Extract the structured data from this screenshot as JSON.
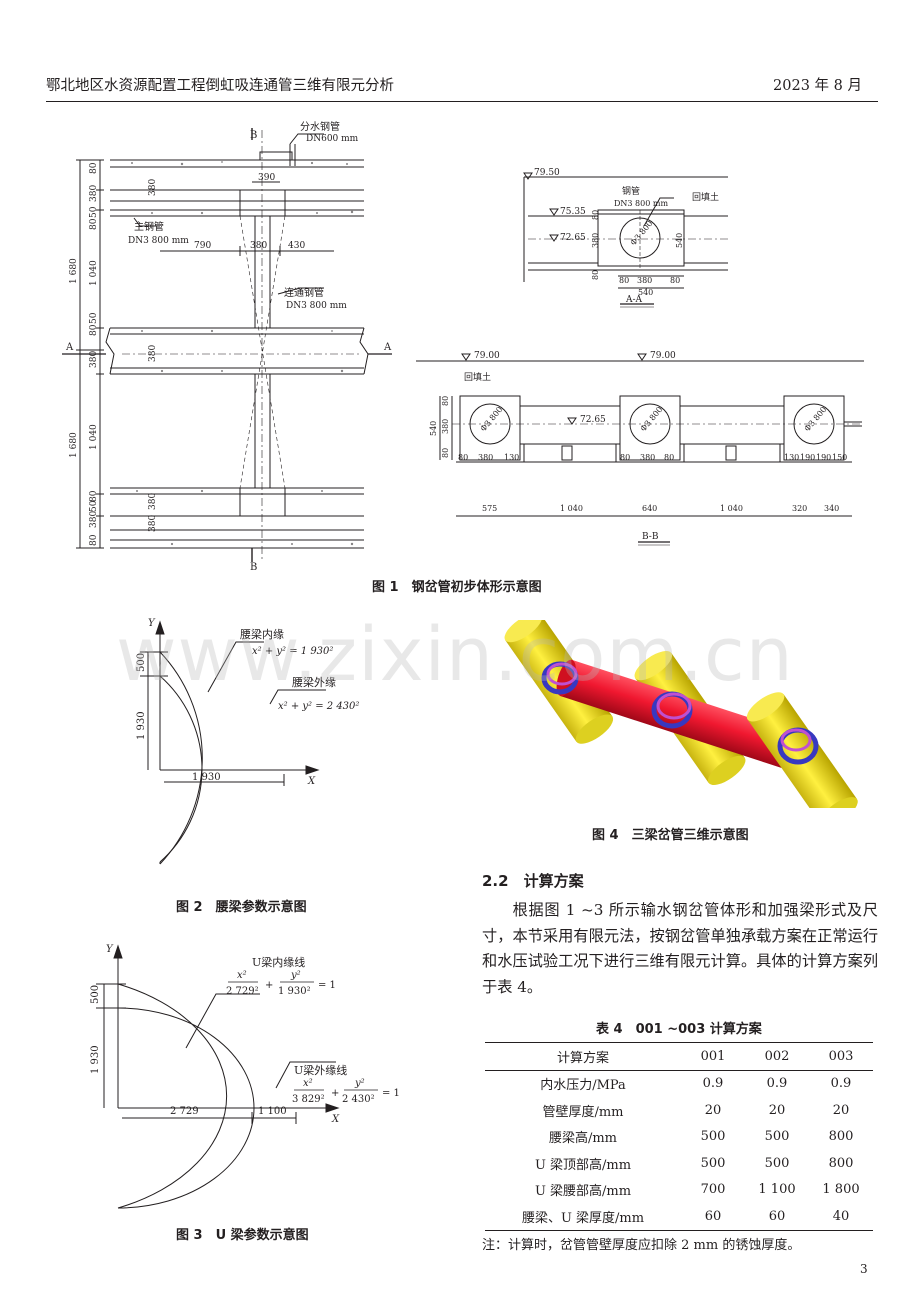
{
  "header": {
    "title": "鄂北地区水资源配置工程倒虹吸连通管三维有限元分析",
    "date": "2023 年 8 月"
  },
  "figure1": {
    "caption": "图 1　钢岔管初步体形示意图",
    "plan": {
      "label_B_top": "B",
      "label_B_bottom": "B",
      "label_A_left": "A",
      "label_A_right": "A",
      "branch_pipe": "分水钢管",
      "branch_pipe_dn": "DN600 mm",
      "main_pipe": "主钢管",
      "main_pipe_dn": "DN3 800 mm",
      "conn_pipe": "连通钢管",
      "conn_pipe_dn": "DN3 800 mm",
      "d390": "390",
      "d790": "790",
      "d380c": "380",
      "d430": "430",
      "left_dims": [
        "80",
        "380",
        "50",
        "80",
        "1 040",
        "80",
        "50",
        "380",
        "1 040",
        "80",
        "50",
        "380",
        "80"
      ],
      "left_big": [
        "1 680",
        "1 680"
      ],
      "inner_380": [
        "380",
        "380",
        "380",
        "380"
      ]
    },
    "section_aa": {
      "title": "A-A",
      "el_ground": "79.50",
      "el_top": "75.35",
      "el_center": "72.65",
      "steel_pipe": "钢管",
      "steel_pipe_dn": "DN3 800 mm",
      "backfill": "回填土",
      "diam": "Φ3 800",
      "left_dims": [
        "80",
        "380",
        "80"
      ],
      "right_dim": "540",
      "bottom_dims": [
        "80",
        "380",
        "80"
      ],
      "bottom_total": "540"
    },
    "section_bb": {
      "title": "B-B",
      "el_left": "79.00",
      "el_right": "79.00",
      "el_center": "72.65",
      "backfill": "回填土",
      "diam": "Φ3 800",
      "left_dims": [
        "540",
        "80",
        "380",
        "80"
      ],
      "bottom_dims_1": [
        "80",
        "380",
        "130",
        "80",
        "380",
        "80",
        "130",
        "190",
        "190",
        "150"
      ],
      "bottom_dims_2": [
        "575",
        "1 040",
        "640",
        "1 040",
        "320",
        "340"
      ]
    }
  },
  "figure2": {
    "caption": "图 2　腰梁参数示意图",
    "axis_y": "Y",
    "axis_x": "X",
    "inner_label": "腰梁内缘",
    "inner_eq": "x² + y² = 1 930²",
    "outer_label": "腰梁外缘",
    "outer_eq": "x² + y² = 2 430²",
    "dim_500": "500",
    "dim_1930v": "1 930",
    "dim_1930h": "1 930"
  },
  "figure3": {
    "caption": "图 3　U 梁参数示意图",
    "axis_y": "Y",
    "axis_x": "X",
    "inner_label": "U梁内缘线",
    "inner_num_x": "x²",
    "inner_den_x": "2 729²",
    "inner_num_y": "y²",
    "inner_den_y": "1 930²",
    "inner_rhs": "= 1",
    "outer_label": "U梁外缘线",
    "outer_num_x": "x²",
    "outer_den_x": "3 829²",
    "outer_num_y": "y²",
    "outer_den_y": "2 430²",
    "outer_rhs": "= 1",
    "plus": "+",
    "dim_500": "500",
    "dim_1930": "1 930",
    "dim_2729": "2 729",
    "dim_1100": "1 100"
  },
  "figure4": {
    "caption": "图 4　三梁岔管三维示意图",
    "colors": {
      "main": "#f01830",
      "branch": "#f0e020",
      "ring": "#3838c0",
      "ring2": "#c050d0"
    }
  },
  "section": {
    "heading": "2.2　计算方案",
    "paragraph": "根据图 1 ~3 所示输水钢岔管体形和加强梁形式及尺寸，本节采用有限元法，按钢岔管单独承载方案在正常运行和水压试验工况下进行三维有限元计算。具体的计算方案列于表 4。"
  },
  "table4": {
    "title": "表 4　001 ~003 计算方案",
    "columns": [
      "计算方案",
      "001",
      "002",
      "003"
    ],
    "rows": [
      [
        "内水压力/MPa",
        "0.9",
        "0.9",
        "0.9"
      ],
      [
        "管壁厚度/mm",
        "20",
        "20",
        "20"
      ],
      [
        "腰梁高/mm",
        "500",
        "500",
        "800"
      ],
      [
        "U 梁顶部高/mm",
        "500",
        "500",
        "800"
      ],
      [
        "U 梁腰部高/mm",
        "700",
        "1 100",
        "1 800"
      ],
      [
        "腰梁、U 梁厚度/mm",
        "60",
        "60",
        "40"
      ]
    ],
    "note": "注：计算时，岔管管壁厚度应扣除 2 mm 的锈蚀厚度。"
  },
  "page_number": "3",
  "watermark": "www.zixin.com.cn"
}
